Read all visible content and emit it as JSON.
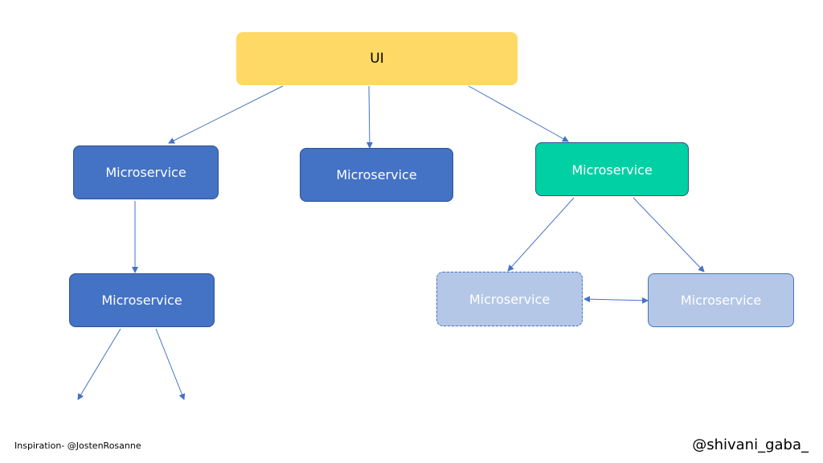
{
  "diagram": {
    "nodes": {
      "ui": {
        "label": "UI"
      },
      "ms_left": {
        "label": "Microservice"
      },
      "ms_middle": {
        "label": "Microservice"
      },
      "ms_right": {
        "label": "Microservice"
      },
      "ms_left_child": {
        "label": "Microservice"
      },
      "ms_right_child_dashed": {
        "label": "Microservice"
      },
      "ms_right_child_solid": {
        "label": "Microservice"
      }
    },
    "colors": {
      "ui_fill": "#FFD966",
      "service_fill": "#4472C4",
      "service_border": "#2F528F",
      "highlight_fill": "#00D0A4",
      "light_fill": "#B4C7E7",
      "light_border": "#4472C4",
      "arrow": "#4472C4",
      "service_text": "#FFFFFF",
      "ui_text": "#000000"
    }
  },
  "footer": {
    "inspiration": "Inspiration- @JostenRosanne",
    "handle": "@shivani_gaba_"
  }
}
